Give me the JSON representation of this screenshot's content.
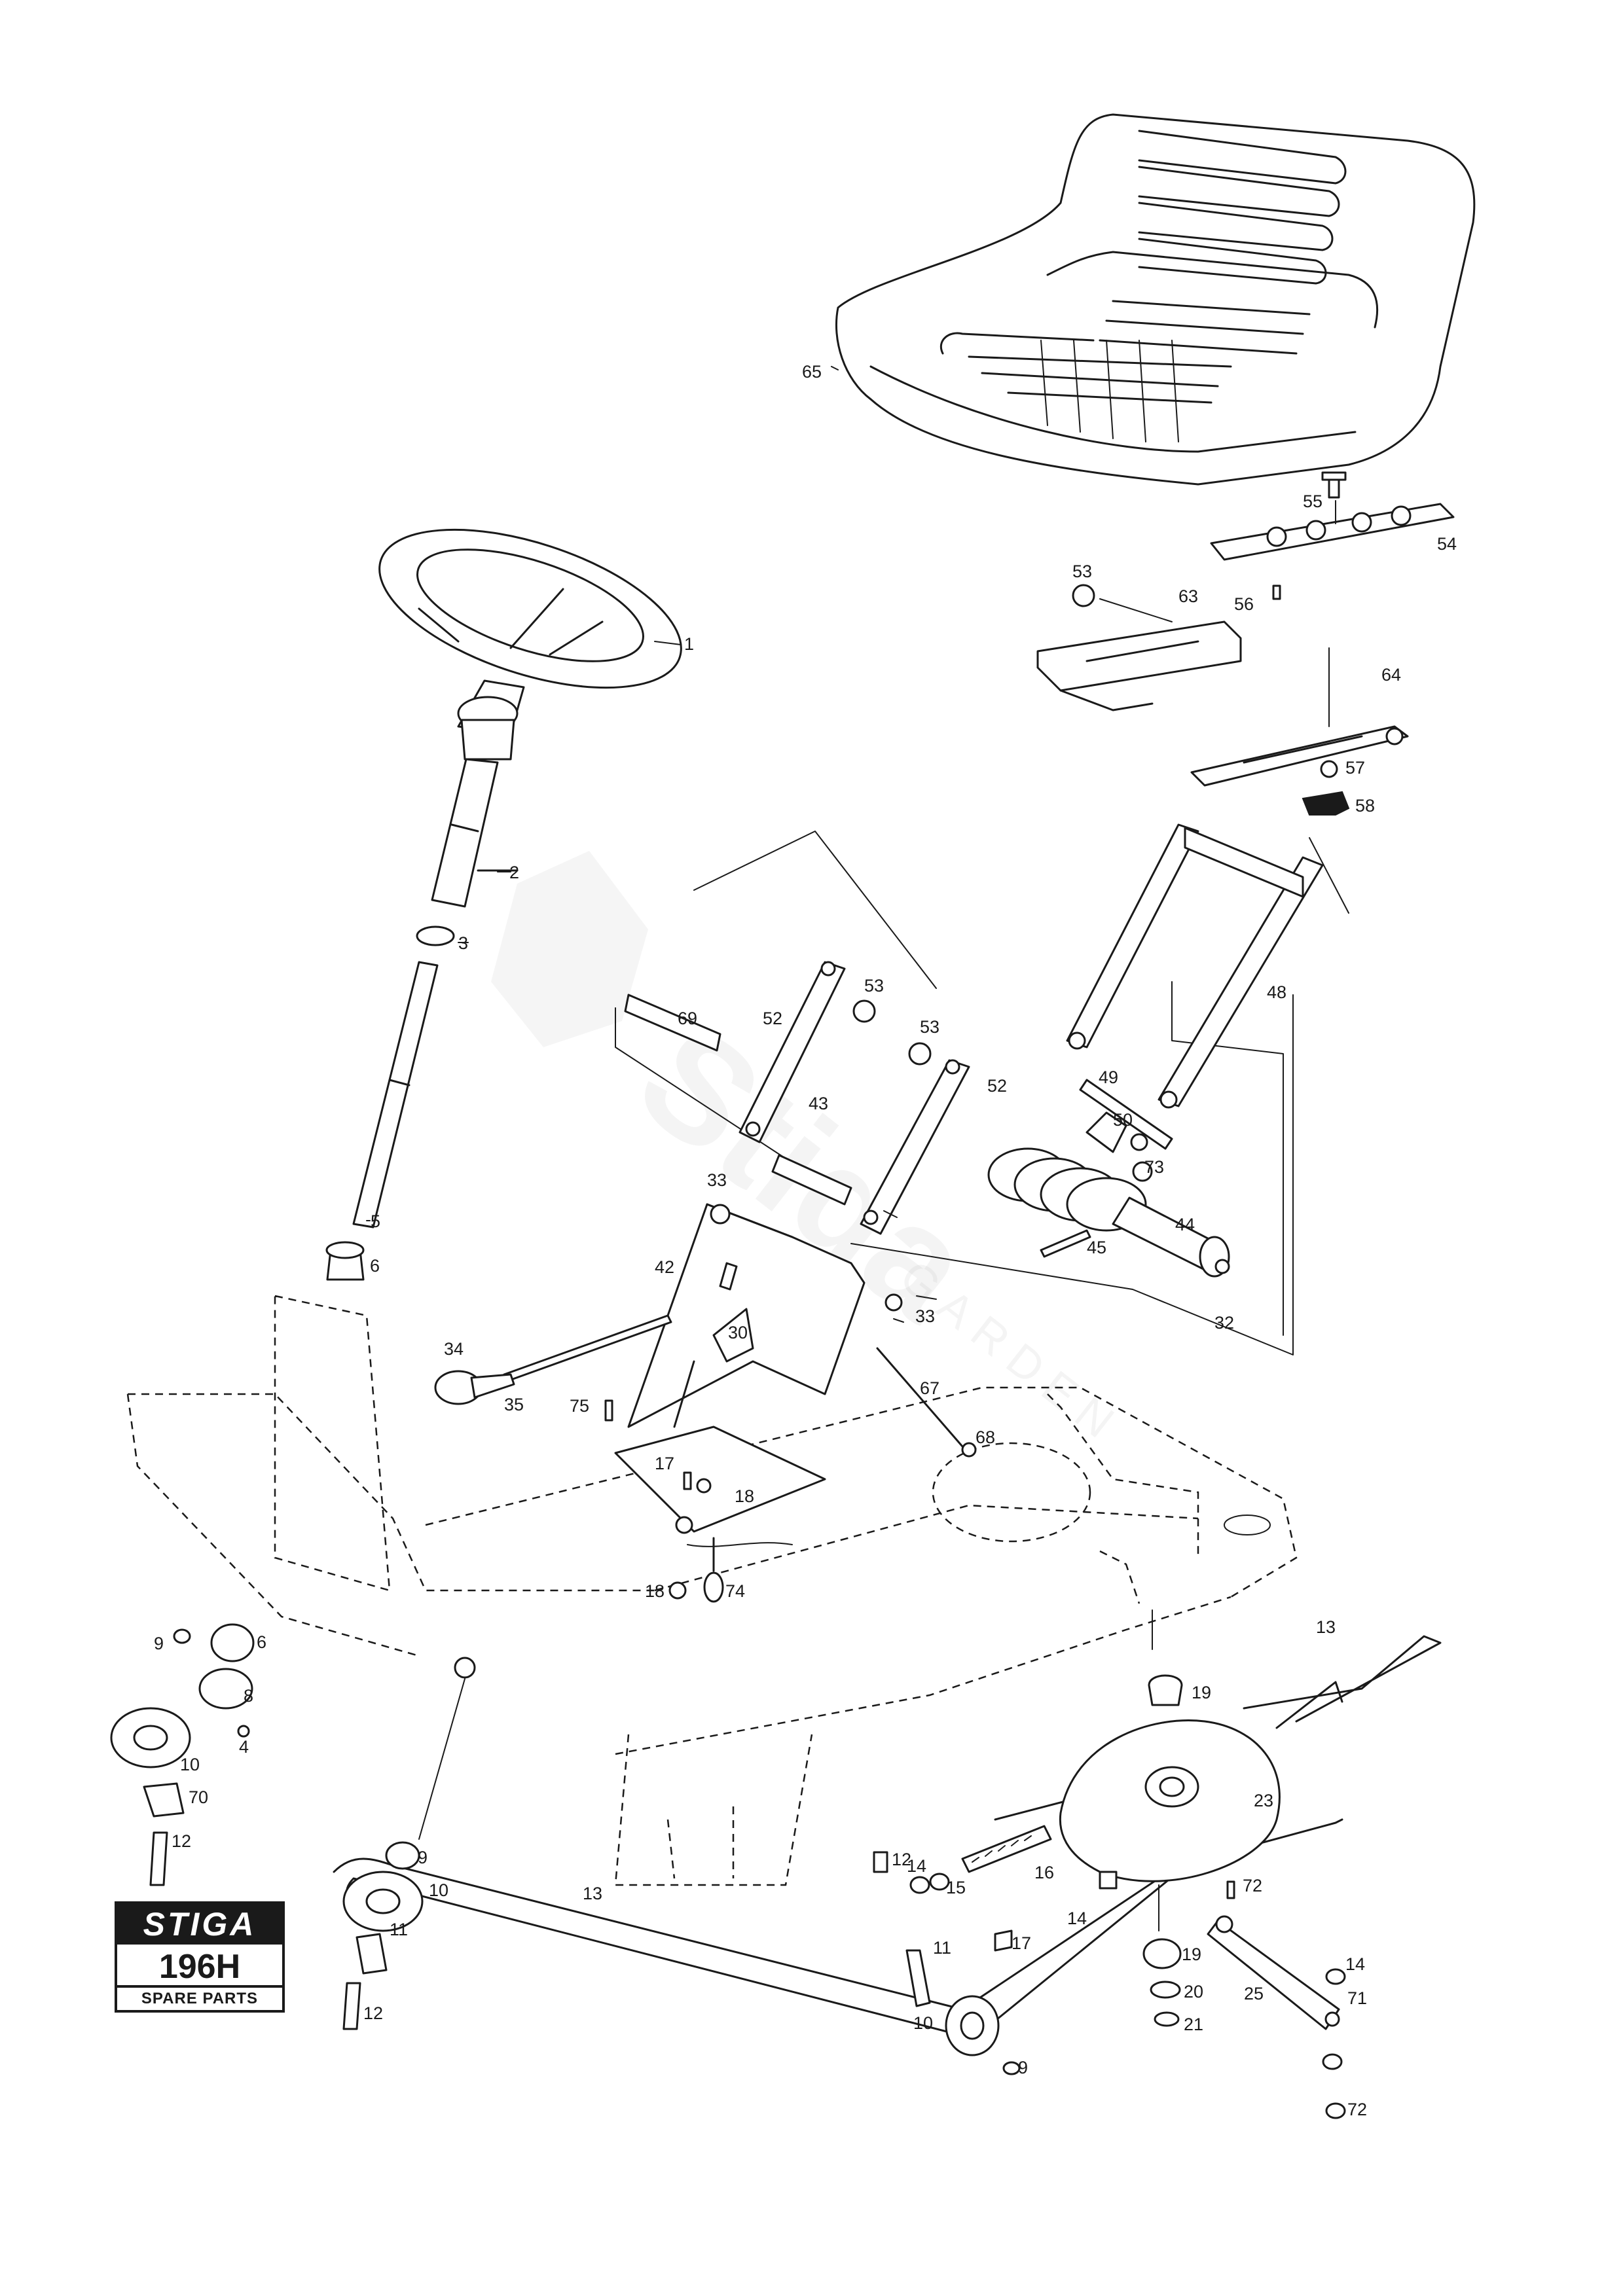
{
  "logo": {
    "brand": "STIGA",
    "model": "196H",
    "subtitle": "SPARE PARTS"
  },
  "watermark": {
    "brand": "Stiga",
    "sub": "GARDEN",
    "color": "#9e9e9e"
  },
  "labels": [
    {
      "id": "p1",
      "text": "1"
    },
    {
      "id": "p2",
      "text": "2"
    },
    {
      "id": "p3",
      "text": "3"
    },
    {
      "id": "p5",
      "text": "5"
    },
    {
      "id": "p6a",
      "text": "6"
    },
    {
      "id": "p6b",
      "text": "6"
    },
    {
      "id": "p9a",
      "text": "9"
    },
    {
      "id": "p8",
      "text": "8"
    },
    {
      "id": "p4",
      "text": "4"
    },
    {
      "id": "p10a",
      "text": "10"
    },
    {
      "id": "p70",
      "text": "70"
    },
    {
      "id": "p12a",
      "text": "12"
    },
    {
      "id": "p9b",
      "text": "9"
    },
    {
      "id": "p10b",
      "text": "10"
    },
    {
      "id": "p11a",
      "text": "11"
    },
    {
      "id": "p12b",
      "text": "12"
    },
    {
      "id": "p13a",
      "text": "13"
    },
    {
      "id": "p65",
      "text": "65"
    },
    {
      "id": "p55",
      "text": "55"
    },
    {
      "id": "p54",
      "text": "54"
    },
    {
      "id": "p53a",
      "text": "53"
    },
    {
      "id": "p63",
      "text": "63"
    },
    {
      "id": "p56",
      "text": "56"
    },
    {
      "id": "p64",
      "text": "64"
    },
    {
      "id": "p57",
      "text": "57"
    },
    {
      "id": "p58",
      "text": "58"
    },
    {
      "id": "p69",
      "text": "69"
    },
    {
      "id": "p52a",
      "text": "52"
    },
    {
      "id": "p53b",
      "text": "53"
    },
    {
      "id": "p53c",
      "text": "53"
    },
    {
      "id": "p52b",
      "text": "52"
    },
    {
      "id": "p43",
      "text": "43"
    },
    {
      "id": "p48",
      "text": "48"
    },
    {
      "id": "p49",
      "text": "49"
    },
    {
      "id": "p50",
      "text": "50"
    },
    {
      "id": "p73",
      "text": "73"
    },
    {
      "id": "p44",
      "text": "44"
    },
    {
      "id": "p45",
      "text": "45"
    },
    {
      "id": "p32",
      "text": "32"
    },
    {
      "id": "p33a",
      "text": "33"
    },
    {
      "id": "p42",
      "text": "42"
    },
    {
      "id": "p33b",
      "text": "33"
    },
    {
      "id": "p30",
      "text": "30"
    },
    {
      "id": "p34",
      "text": "34"
    },
    {
      "id": "p35",
      "text": "35"
    },
    {
      "id": "p75",
      "text": "75"
    },
    {
      "id": "p67",
      "text": "67"
    },
    {
      "id": "p68",
      "text": "68"
    },
    {
      "id": "p17a",
      "text": "17"
    },
    {
      "id": "p18a",
      "text": "18"
    },
    {
      "id": "p18b",
      "text": "18"
    },
    {
      "id": "p74",
      "text": "74"
    },
    {
      "id": "p13b",
      "text": "13"
    },
    {
      "id": "p19a",
      "text": "19"
    },
    {
      "id": "p23",
      "text": "23"
    },
    {
      "id": "p12c",
      "text": "12"
    },
    {
      "id": "p14a",
      "text": "14"
    },
    {
      "id": "p15",
      "text": "15"
    },
    {
      "id": "p16",
      "text": "16"
    },
    {
      "id": "p72a",
      "text": "72"
    },
    {
      "id": "p14b",
      "text": "14"
    },
    {
      "id": "p11b",
      "text": "11"
    },
    {
      "id": "p17b",
      "text": "17"
    },
    {
      "id": "p10c",
      "text": "10"
    },
    {
      "id": "p9c",
      "text": "9"
    },
    {
      "id": "p19b",
      "text": "19"
    },
    {
      "id": "p20",
      "text": "20"
    },
    {
      "id": "p21",
      "text": "21"
    },
    {
      "id": "p25",
      "text": "25"
    },
    {
      "id": "p14c",
      "text": "14"
    },
    {
      "id": "p71",
      "text": "71"
    },
    {
      "id": "p72b",
      "text": "72"
    }
  ]
}
